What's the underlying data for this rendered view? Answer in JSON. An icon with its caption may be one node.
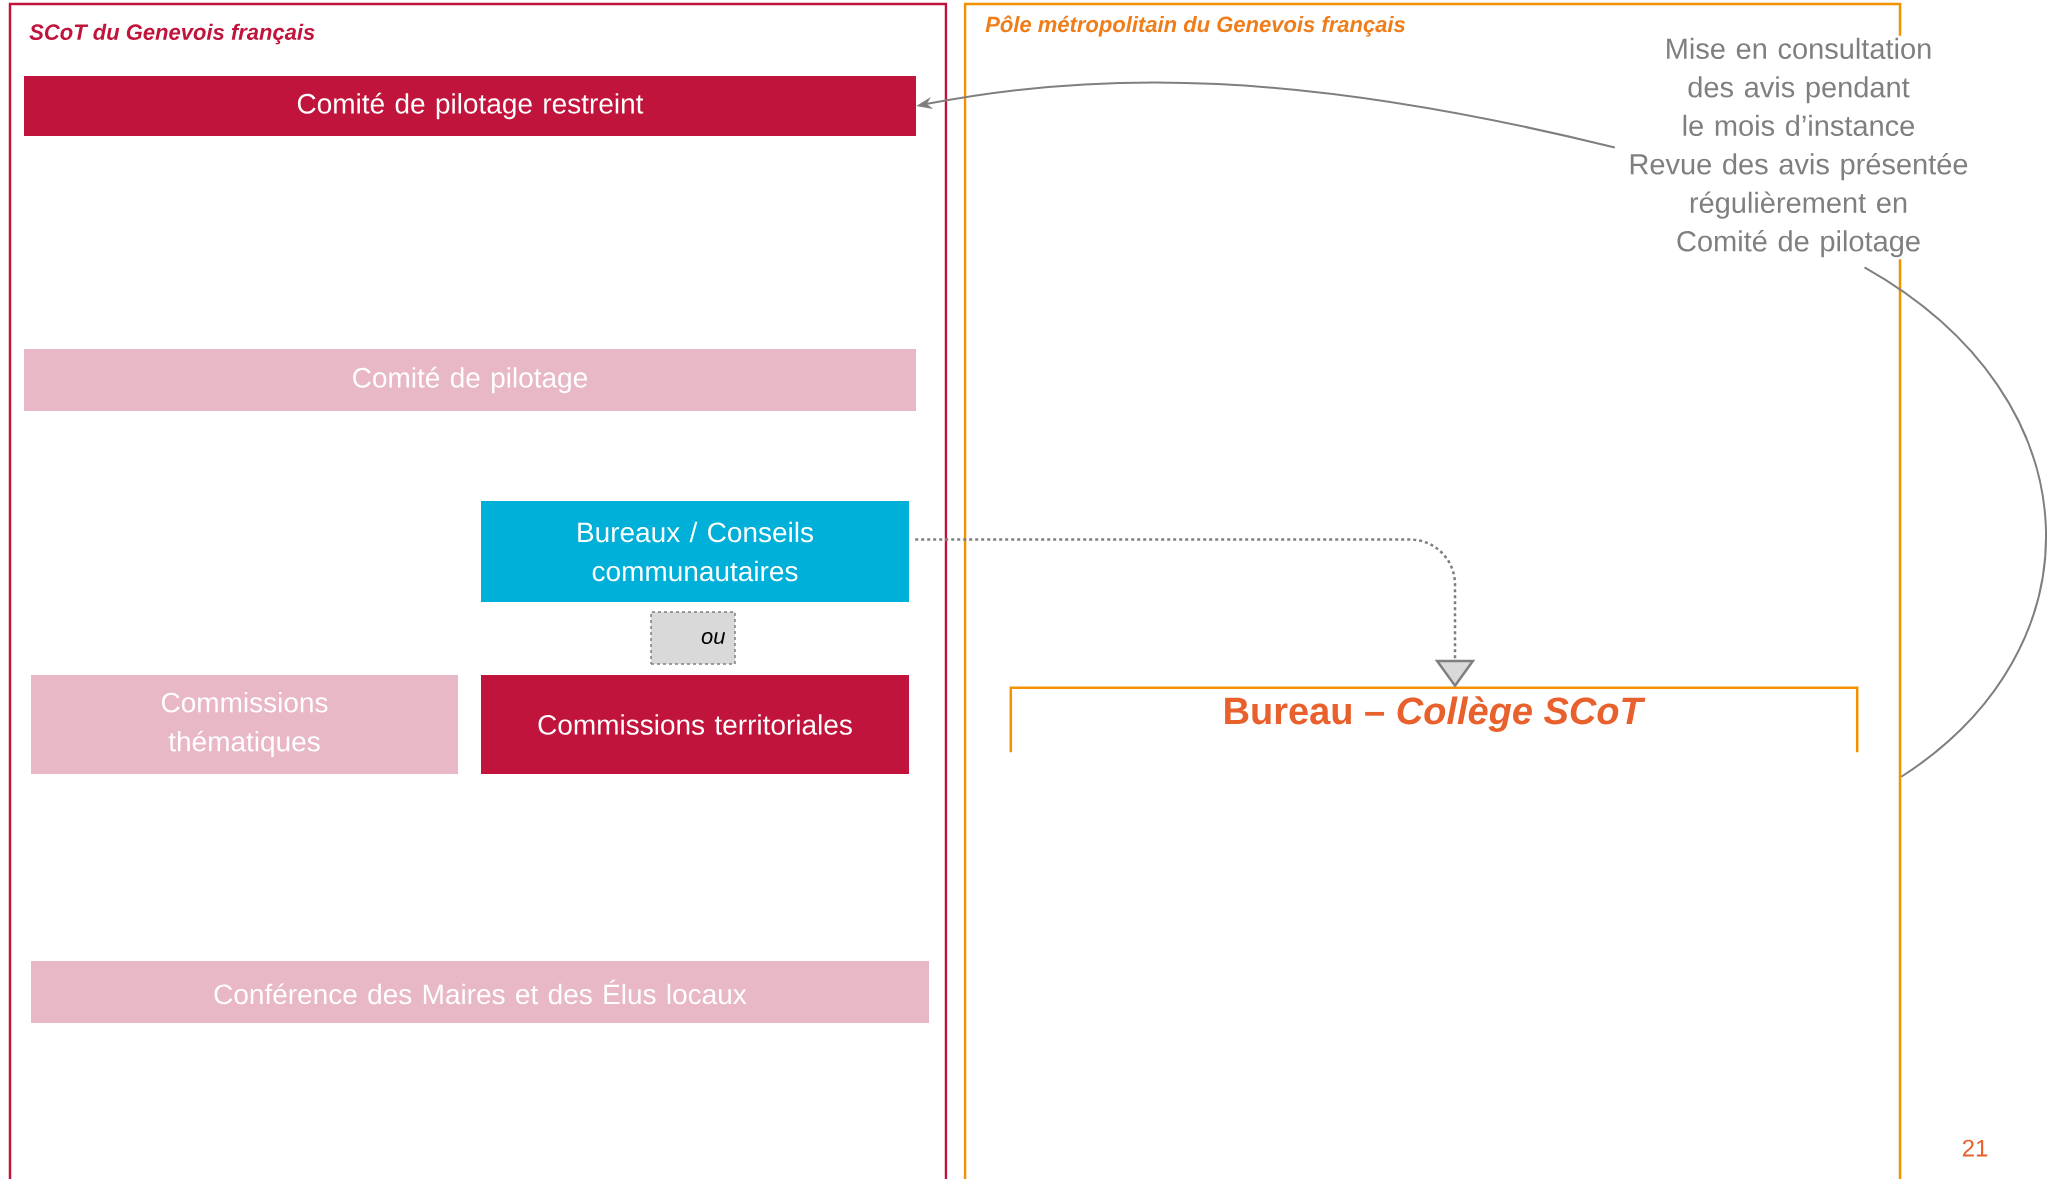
{
  "diagram": {
    "nodes": [
      {
        "text": [
          "SCoT du Genevois français"
        ]
      },
      {
        "text": [
          "Comité de pilotage restreint"
        ],
        "in": 0
      },
      {
        "text": [
          "Comité de pilotage"
        ],
        "in": 0
      },
      {
        "text": [
          "Bureaux / Conseils communautaires"
        ],
        "in": 0
      },
      {
        "text": [
          "ou"
        ],
        "in": 0
      },
      {
        "text": [
          "Commissions thématiques"
        ],
        "in": 0
      },
      {
        "text": [
          "Commissions territoriales"
        ],
        "in": 0
      },
      {
        "text": [
          "Conférence des Maires et des Élus locaux"
        ],
        "in": 0
      },
      {
        "text": [
          "Pôle métropolitain du Genevois français"
        ]
      },
      {
        "text": [
          "Bureau – *Collège SCoT*"
        ],
        "in": 8
      },
      {
        "text": [
          "Mise en consultation des avis pendant le mois d’instance",
          "Revue des avis présentée régulièrement en Comité de pilotage"
        ]
      }
    ],
    "edges": [
      {
        "from": 10,
        "to": 1,
        "arrow": "to"
      },
      {
        "from": 3,
        "to": 9,
        "arrow": "to",
        "style": "dashed"
      },
      {
        "from": 10,
        "to": 8,
        "arrow": "none"
      }
    ],
    "labels": [
      "21"
    ]
  }
}
